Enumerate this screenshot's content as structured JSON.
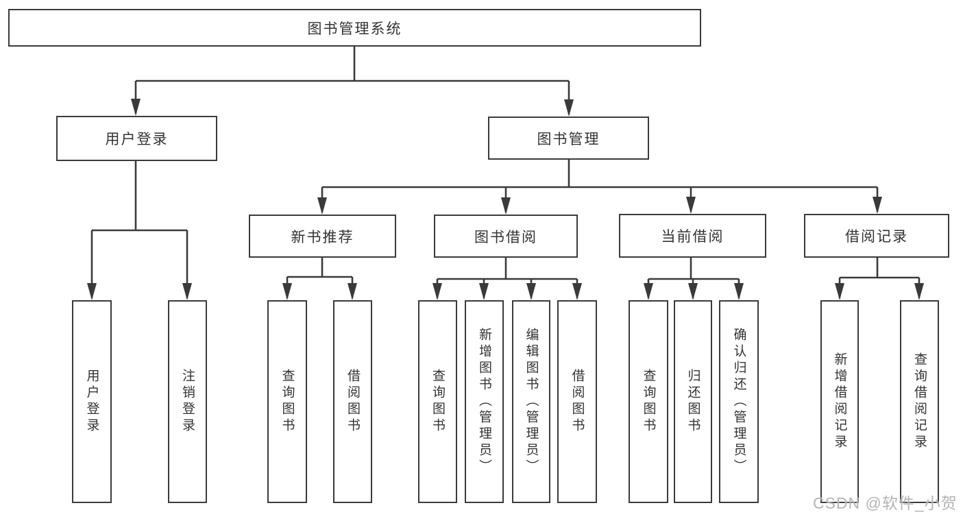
{
  "colors": {
    "line": "#3a3a3a",
    "box_border": "#3a3a3a",
    "text": "#333333",
    "watermark": "#acacac",
    "background": "#ffffff"
  },
  "watermark": {
    "text": "CSDN @软件_小贺同学"
  },
  "diagram": {
    "root": {
      "label": "图书管理系统"
    },
    "branches": [
      {
        "label": "用户登录",
        "children": [
          {
            "label": "用户登录"
          },
          {
            "label": "注销登录"
          }
        ]
      },
      {
        "label": "图书管理",
        "children": [
          {
            "label": "新书推荐",
            "children": [
              {
                "label": "查询图书"
              },
              {
                "label": "借阅图书"
              }
            ]
          },
          {
            "label": "图书借阅",
            "children": [
              {
                "label": "查询图书"
              },
              {
                "label": "新增图书（管理员）"
              },
              {
                "label": "编辑图书（管理员）"
              },
              {
                "label": "借阅图书"
              }
            ]
          },
          {
            "label": "当前借阅",
            "children": [
              {
                "label": "查询图书"
              },
              {
                "label": "归还图书"
              },
              {
                "label": "确认归还（管理员）"
              }
            ]
          },
          {
            "label": "借阅记录",
            "children": [
              {
                "label": "新增借阅记录"
              },
              {
                "label": "查询借阅记录"
              }
            ]
          }
        ]
      }
    ]
  }
}
